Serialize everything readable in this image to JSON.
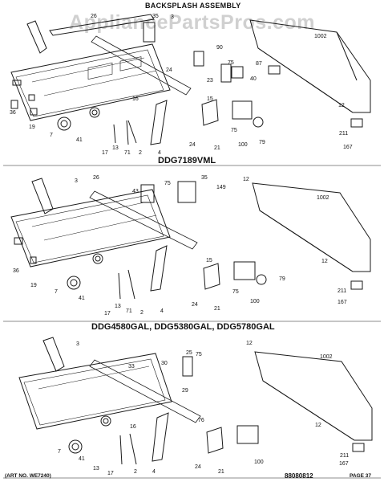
{
  "page": {
    "title": "BACKSPLASH ASSEMBLY",
    "watermark": "AppliancePartsPros.com",
    "art_no": "(ART NO. WE7240)",
    "page_no": "PAGE 37",
    "code": "88080812",
    "ink_color": "#1a1a1a",
    "background": "#ffffff"
  },
  "sections": [
    {
      "model": "DDG7189VML",
      "labels": [
        "26",
        "35",
        "1002",
        "3",
        "90",
        "87",
        "75",
        "40",
        "23",
        "24",
        "15",
        "12",
        "36",
        "19",
        "41",
        "13",
        "17",
        "71",
        "2",
        "4",
        "24",
        "21",
        "75",
        "100",
        "79",
        "211",
        "167",
        "7",
        "16"
      ]
    },
    {
      "model": "DDG4580GAL, DDG5380GAL, DDG5780GAL",
      "labels": [
        "3",
        "26",
        "43",
        "75",
        "35",
        "149",
        "12",
        "1002",
        "36",
        "19",
        "41",
        "13",
        "17",
        "71",
        "2",
        "4",
        "24",
        "21",
        "75",
        "100",
        "79",
        "211",
        "167",
        "7",
        "15",
        "12"
      ]
    },
    {
      "model": "",
      "labels": [
        "3",
        "33",
        "30",
        "25",
        "75",
        "12",
        "1002",
        "29",
        "76",
        "12",
        "24",
        "21",
        "100",
        "211",
        "167",
        "7",
        "41",
        "13",
        "17",
        "2",
        "4",
        "16"
      ]
    }
  ]
}
